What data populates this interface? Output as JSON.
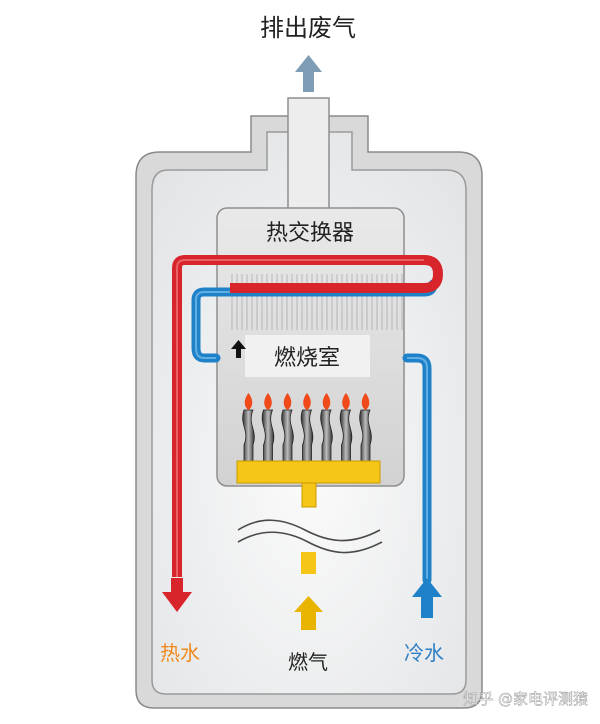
{
  "labels": {
    "exhaust": "排出废气",
    "heat_exchanger": "热交换器",
    "combustion_chamber": "燃烧室",
    "hot_water": "热水",
    "cold_water": "冷水",
    "gas": "燃气"
  },
  "watermark": "知乎 @家电评测猿",
  "colors": {
    "hot_pipe": "#d8252c",
    "cold_pipe": "#1f82c9",
    "gas": "#f5c518",
    "flame": "#f04a1a",
    "exhaust_arrow": "#7e9cb3",
    "hot_label": "#f08a1c",
    "cold_label": "#2f7fc4"
  },
  "burner_count": 7
}
